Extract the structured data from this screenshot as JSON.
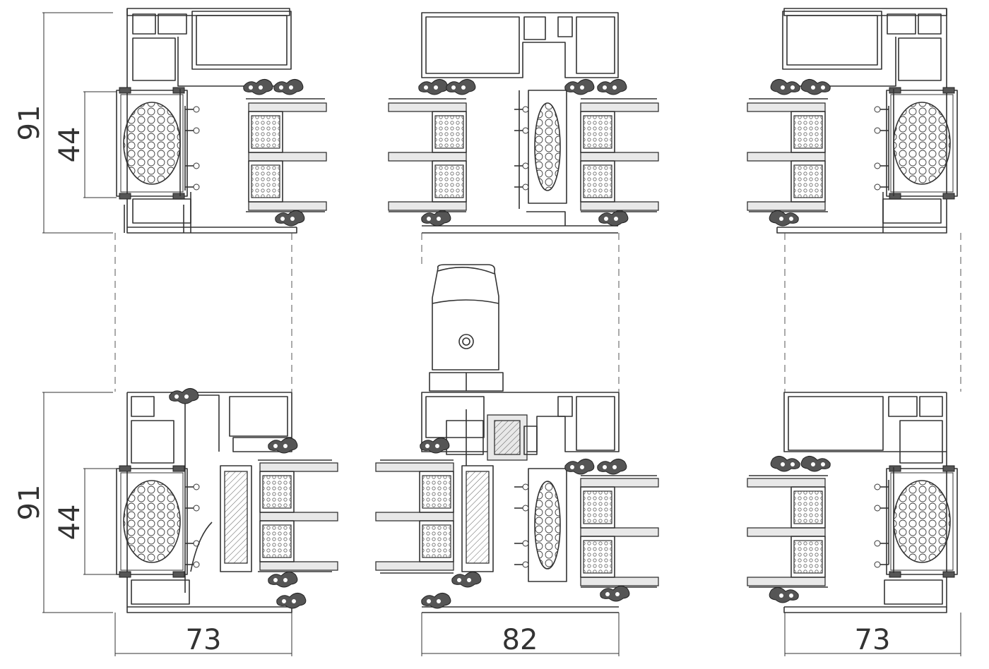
{
  "dimensions": {
    "frame_height_top": "91",
    "frame_height_bottom": "91",
    "insulation_height_top": "44",
    "insulation_height_bottom": "44",
    "width_left": "73",
    "width_middle": "82",
    "width_right": "73"
  }
}
